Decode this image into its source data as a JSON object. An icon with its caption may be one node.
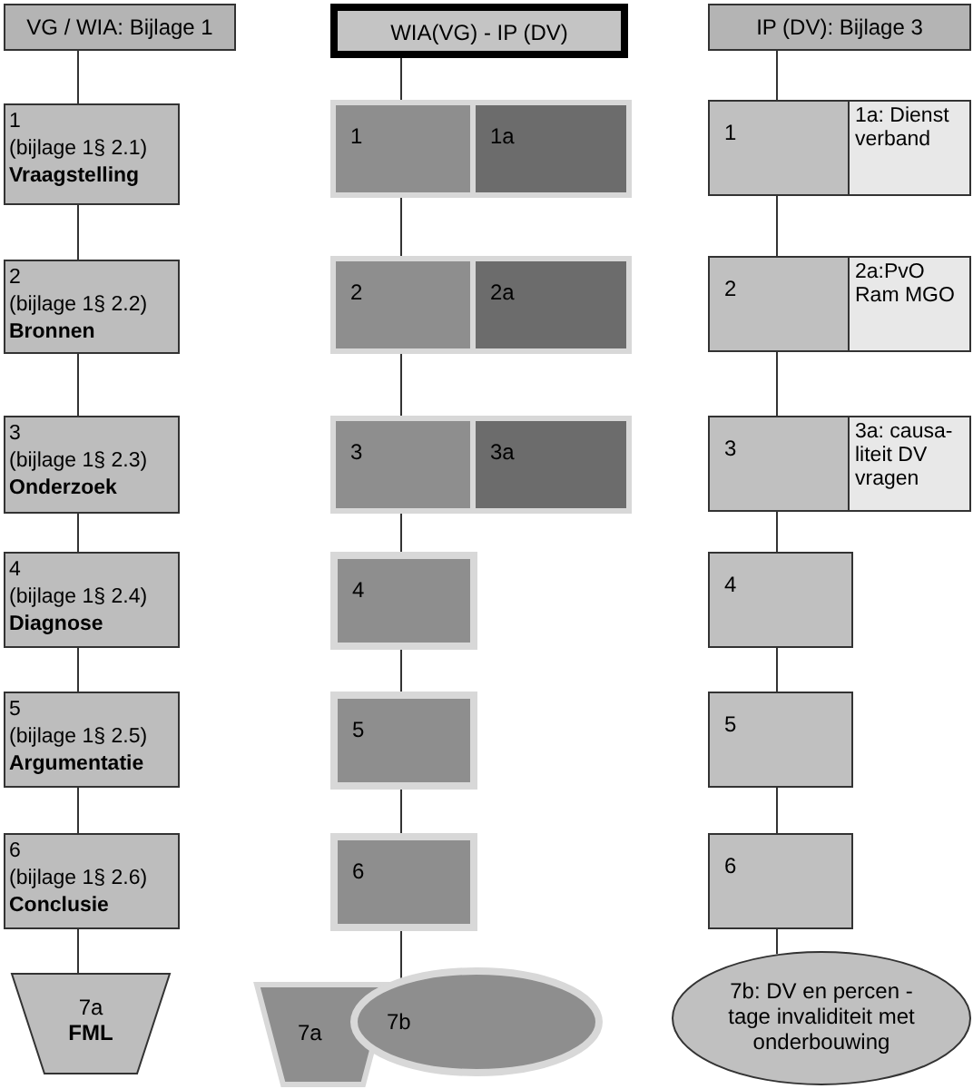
{
  "diagram": {
    "nodes": [
      {
        "text": [
          "VG / WIA: Bijlage 1"
        ]
      },
      {
        "text": [
          "1",
          "(bijlage 1§ 2.1)",
          "Vraagstelling"
        ]
      },
      {
        "text": [
          "2",
          "(bijlage 1§ 2.2)",
          "Bronnen"
        ]
      },
      {
        "text": [
          "3",
          "(bijlage 1§ 2.3)",
          "Onderzoek"
        ]
      },
      {
        "text": [
          "4",
          "(bijlage 1§ 2.4)",
          "Diagnose"
        ]
      },
      {
        "text": [
          "5",
          "(bijlage 1§ 2.5)",
          "Argumentatie"
        ]
      },
      {
        "text": [
          "6",
          "(bijlage 1§ 2.6)",
          "Conclusie"
        ]
      },
      {
        "text": [
          "7a",
          "FML"
        ]
      },
      {
        "text": [
          "WIA(VG) - IP (DV)"
        ]
      },
      {
        "text": [],
        "shape": "box"
      },
      {
        "text": [
          "1"
        ],
        "in": 9
      },
      {
        "text": [
          "1a"
        ],
        "in": 9
      },
      {
        "text": [],
        "shape": "box"
      },
      {
        "text": [
          "2"
        ],
        "in": 12
      },
      {
        "text": [
          "2a"
        ],
        "in": 12
      },
      {
        "text": [],
        "shape": "box"
      },
      {
        "text": [
          "3"
        ],
        "in": 15
      },
      {
        "text": [
          "3a"
        ],
        "in": 15
      },
      {
        "text": [
          "4"
        ]
      },
      {
        "text": [
          "5"
        ]
      },
      {
        "text": [
          "6"
        ]
      },
      {
        "text": [
          "7a"
        ]
      },
      {
        "text": [
          "7b"
        ]
      },
      {
        "text": [
          "IP (DV): Bijlage 3"
        ]
      },
      {
        "text": [
          "1"
        ]
      },
      {
        "text": [
          "1a: Dienst verband"
        ]
      },
      {
        "text": [
          "2"
        ]
      },
      {
        "text": [
          "2a:PvO Ram MGO"
        ]
      },
      {
        "text": [
          "3"
        ]
      },
      {
        "text": [
          "3a: causa-liteit DV vragen"
        ]
      },
      {
        "text": [
          "4"
        ]
      },
      {
        "text": [
          "5"
        ]
      },
      {
        "text": [
          "6"
        ]
      },
      {
        "text": [
          "7b: DV en percen - tage invaliditeit met onderbouwing"
        ]
      }
    ],
    "edges": [
      {
        "from": 0,
        "to": 1,
        "arrow": "none"
      },
      {
        "from": 1,
        "to": 2,
        "arrow": "none"
      },
      {
        "from": 2,
        "to": 3,
        "arrow": "none"
      },
      {
        "from": 3,
        "to": 4,
        "arrow": "none"
      },
      {
        "from": 4,
        "to": 5,
        "arrow": "none"
      },
      {
        "from": 5,
        "to": 6,
        "arrow": "none"
      },
      {
        "from": 6,
        "to": 7,
        "arrow": "none"
      },
      {
        "from": 8,
        "to": 9,
        "arrow": "none"
      },
      {
        "from": 9,
        "to": 12,
        "arrow": "none"
      },
      {
        "from": 12,
        "to": 15,
        "arrow": "none"
      },
      {
        "from": 15,
        "to": 18,
        "arrow": "none"
      },
      {
        "from": 18,
        "to": 19,
        "arrow": "none"
      },
      {
        "from": 19,
        "to": 20,
        "arrow": "none"
      },
      {
        "from": 20,
        "to": 22,
        "arrow": "none"
      },
      {
        "from": 23,
        "to": 24,
        "arrow": "none"
      },
      {
        "from": 24,
        "to": 26,
        "arrow": "none"
      },
      {
        "from": 26,
        "to": 28,
        "arrow": "none"
      },
      {
        "from": 28,
        "to": 30,
        "arrow": "none"
      },
      {
        "from": 30,
        "to": 31,
        "arrow": "none"
      },
      {
        "from": 31,
        "to": 32,
        "arrow": "none"
      },
      {
        "from": 32,
        "to": 33,
        "arrow": "none"
      }
    ]
  }
}
